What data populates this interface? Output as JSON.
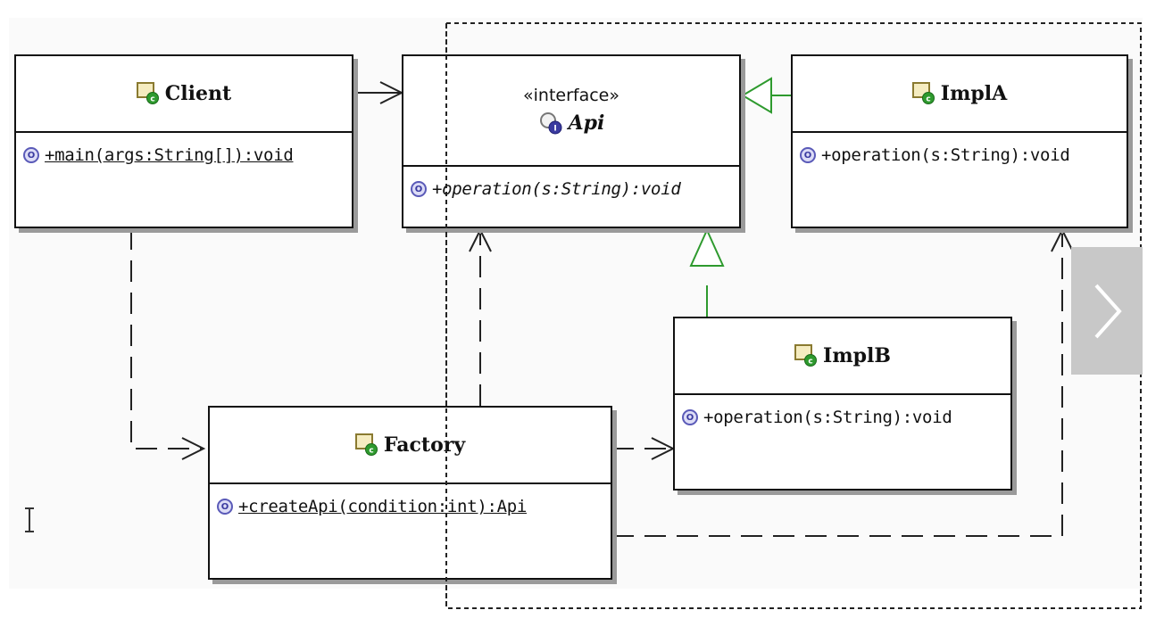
{
  "diagram": {
    "classes": {
      "client": {
        "name": "Client",
        "operations": [
          "+main(args:String[]):void"
        ]
      },
      "api": {
        "stereotype": "«interface»",
        "name": "Api",
        "operations": [
          "+operation(s:String):void"
        ]
      },
      "impl_a": {
        "name": "ImplA",
        "operations": [
          "+operation(s:String):void"
        ]
      },
      "impl_b": {
        "name": "ImplB",
        "operations": [
          "+operation(s:String):void"
        ]
      },
      "factory": {
        "name": "Factory",
        "operations": [
          "+createApi(condition:int):Api"
        ]
      }
    },
    "operation_visibility_glyph": "O",
    "colors": {
      "realization": "#2e9a2e",
      "line": "#222222",
      "class_icon": "#2e9a2e",
      "operation_icon": "#5a5ab8",
      "interface_icon": "#3a3aa0"
    },
    "icons": {
      "class": "class-icon",
      "interface": "interface-icon",
      "operation": "public-operation-icon",
      "next": "chevron-right-icon",
      "cursor": "text-cursor-icon"
    }
  }
}
